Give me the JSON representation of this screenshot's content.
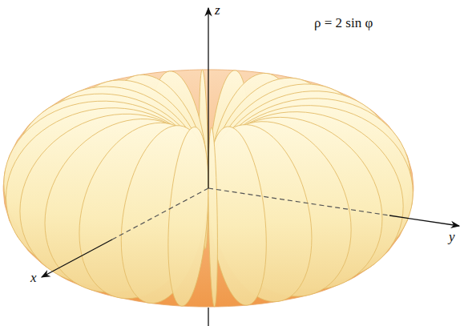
{
  "diagram": {
    "labels": [
      "z",
      "y",
      "x",
      "ρ = 2 sin φ"
    ]
  }
}
